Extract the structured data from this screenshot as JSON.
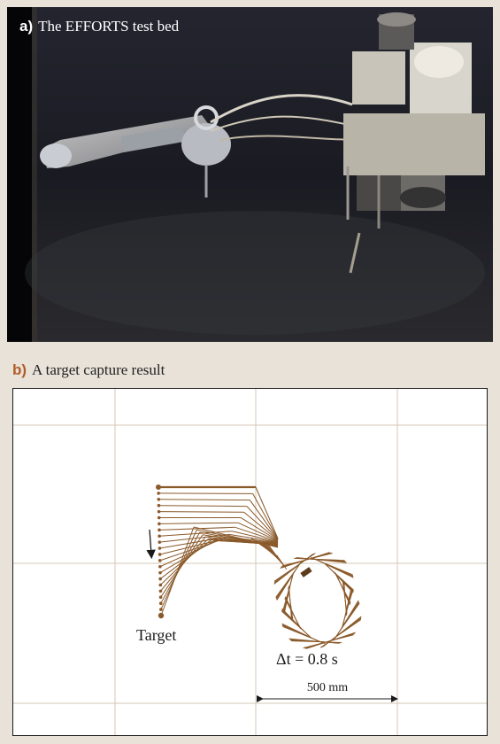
{
  "panel_a": {
    "letter": "a)",
    "caption": "The EFFORTS test bed"
  },
  "panel_b": {
    "letter": "b)",
    "caption": "A target capture result",
    "target_label": "Target",
    "delta_t_label": "Δt = 0.8 s",
    "scale_label": "500 mm"
  },
  "colors": {
    "trace": "#8a5a2b",
    "grid": "#d6c7b6",
    "panel_bg": "#e8e2d8",
    "label_accent": "#b25c26"
  },
  "icons": {
    "arrow": "down-arrow-icon"
  }
}
